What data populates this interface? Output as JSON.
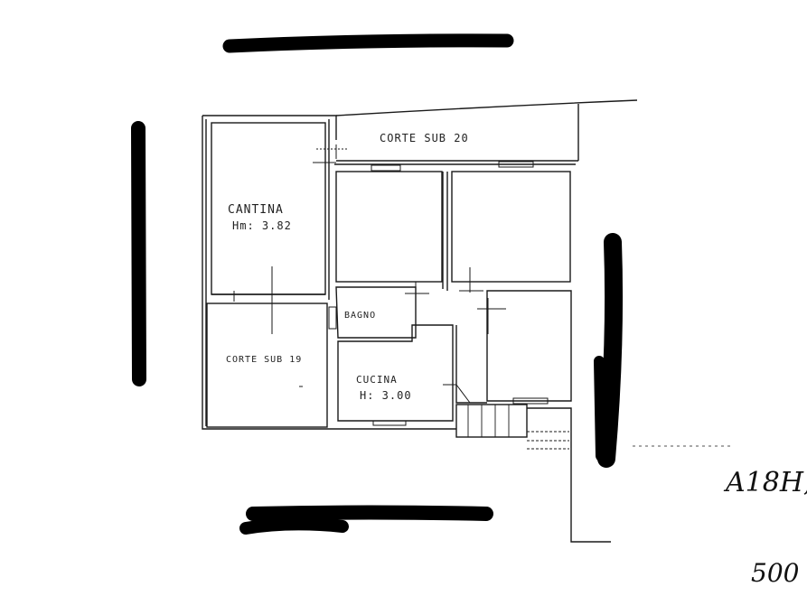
{
  "labels": {
    "corte_sub20": "CORTE  SUB 20",
    "cantina": "CANTINA",
    "cantina_height": "Hm: 3.82",
    "bagno": "BAGNO",
    "corte_sub19": "CORTE SUB 19",
    "cucina": "CUCINA",
    "cucina_height": "H: 3.00"
  },
  "handwritten": {
    "note_top": "A18H,",
    "note_bottom": "500"
  },
  "colors": {
    "ink": "#1a1a1a",
    "redaction": "#000000",
    "paper": "#ffffff"
  }
}
